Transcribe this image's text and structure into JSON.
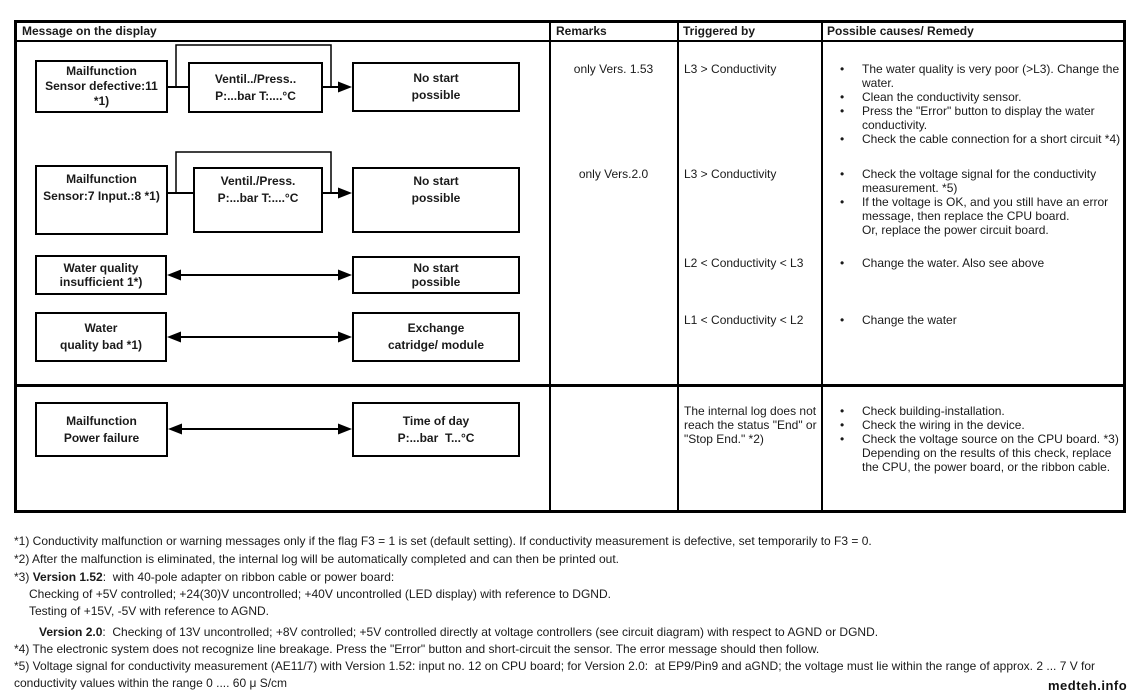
{
  "ui": {
    "bullet": "•"
  },
  "header": {
    "col1": "Message on the display",
    "col2": "Remarks",
    "col3": "Triggered by",
    "col4": "Possible causes/ Remedy"
  },
  "flowchart": {
    "row1": {
      "box1": {
        "line1": "Mailfunction",
        "line2": "Sensor defective:11",
        "line3": "*1)"
      },
      "box2": {
        "line1": "Ventil../Press..",
        "line2": "P:...bar T:....°C"
      },
      "box3": {
        "line1": "No start",
        "line2": "possible"
      }
    },
    "row2": {
      "box1": {
        "line1": "Mailfunction",
        "line2": "Sensor:7 Input.:8 *1)"
      },
      "box2": {
        "line1": "Ventil./Press.",
        "line2": "P:...bar T:....°C"
      },
      "box3": {
        "line1": "No start",
        "line2": "possible"
      }
    },
    "row3": {
      "box1": {
        "line1": "Water quality",
        "line2": "insufficient 1*)"
      },
      "box3": {
        "line1": "No start",
        "line2": "possible"
      }
    },
    "row4": {
      "box1": {
        "line1": "Water",
        "line2": "quality bad *1)"
      },
      "box3": {
        "line1": "Exchange",
        "line2": "catridge/ module"
      }
    },
    "row5": {
      "box1": {
        "line1": "Mailfunction",
        "line2": "Power failure"
      },
      "box3": {
        "line1": "Time of day",
        "line2": "P:...bar  T...°C"
      }
    }
  },
  "remarks": {
    "r1": "only Vers. 1.53",
    "r2": "only Vers.2.0"
  },
  "triggered": {
    "t1": "L3 > Conductivity",
    "t2": "L3 > Conductivity",
    "t3": "L2 < Conductivity < L3",
    "t4": "L1 < Conductivity < L2",
    "t5": "The internal log does not reach the status \"End\" or \"Stop End.\" *2)"
  },
  "causes": {
    "g1": {
      "b1": "The water quality is very poor (>L3). Change the water.",
      "b2": "Clean the conductivity sensor.",
      "b3": "Press the \"Error\" button to display the water conductivity.",
      "b4": "Check the cable connection for a short circuit *4)"
    },
    "g2": {
      "b1": "Check the voltage signal for the conductivity measurement. *5)",
      "b2": "If the voltage is OK, and you still have an error message, then replace the CPU board.\nOr, replace the power circuit board."
    },
    "g3": {
      "b1": "Change the water. Also see above"
    },
    "g4": {
      "b1": "Change the water"
    },
    "g5": {
      "b1": "Check building-installation.",
      "b2": "Check the wiring in the device.",
      "b3": "Check the voltage source on the CPU board. *3)\nDepending on the results of this check, replace the CPU, the power board, or the ribbon cable."
    }
  },
  "footnotes": {
    "f1": "*1) Conductivity malfunction or warning messages only if the flag F3 = 1 is set (default setting). If conductivity measurement is defective, set temporarily to F3 = 0.",
    "f2": "*2) After the malfunction is eliminated, the internal log will be automatically completed and can then be printed out.",
    "f3_prefix": "*3) ",
    "f3_bold": "Version 1.52",
    "f3_rest": ":  with 40-pole adapter on ribbon cable or power board:",
    "f3_line2": "Checking of +5V controlled; +24(30)V uncontrolled; +40V uncontrolled (LED display) with reference to DGND.",
    "f3_line3": "Testing of +15V, -5V with reference to AGND.",
    "f3_line4_bold": "Version 2.0",
    "f3_line4_rest": ":  Checking of 13V uncontrolled; +8V controlled; +5V controlled directly at voltage controllers (see circuit diagram) with respect to AGND or DGND.",
    "f4": "*4) The electronic system does not recognize line breakage. Press the \"Error\" button and short-circuit the sensor. The error message should then follow.",
    "f5_line1": "*5) Voltage signal for conductivity measurement (AE11/7) with Version 1.52: input no. 12 on CPU board; for Version 2.0:  at EP9/Pin9 and aGND; the voltage must lie within the range of approx. 2 ... 7 V for",
    "f5_line2": "conductivity values within the range 0 .... 60 μ S/cm"
  },
  "watermark": "medteh.info"
}
